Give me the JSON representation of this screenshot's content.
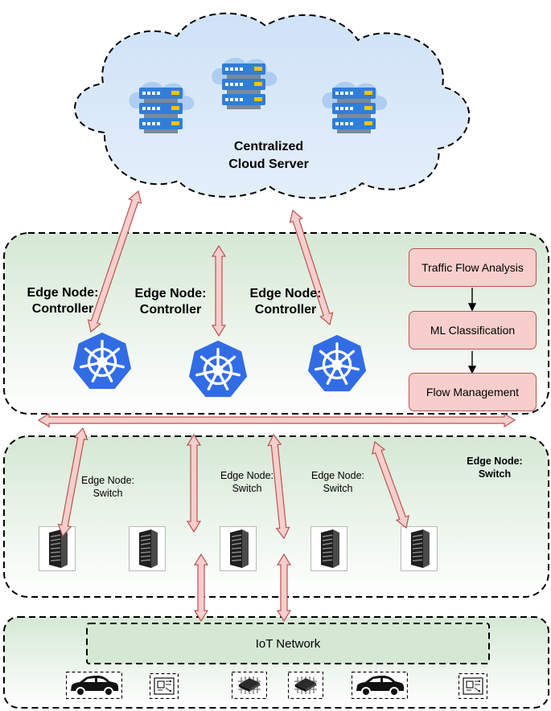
{
  "cloud": {
    "label": "Centralized Cloud Server"
  },
  "controllers": [
    {
      "label": "Edge Node: Controller"
    },
    {
      "label": "Edge Node: Controller"
    },
    {
      "label": "Edge Node: Controller"
    }
  ],
  "pipeline": [
    {
      "label": "Traffic Flow Analysis"
    },
    {
      "label": "ML Classification"
    },
    {
      "label": "Flow Management"
    }
  ],
  "switch_layer": {
    "title": "Edge Node: Switch",
    "labels": [
      {
        "label": "Edge Node: Switch"
      },
      {
        "label": "Edge Node: Switch"
      },
      {
        "label": "Edge Node: Switch"
      }
    ]
  },
  "iot": {
    "label": "IoT Network",
    "devices": [
      "car-icon",
      "circuit-board-icon",
      "microchip-icon",
      "microchip-icon",
      "car-icon",
      "circuit-board-icon"
    ]
  },
  "colors": {
    "cloud_fill": "#dae8fc",
    "layer_fill": "#d5e8d4",
    "arrow_fill": "#f8cecc",
    "step_fill": "#f8cecc",
    "kubernetes_blue": "#326ce5",
    "server_blue": "#2f7ed8",
    "server_yellow": "#ffc107"
  }
}
